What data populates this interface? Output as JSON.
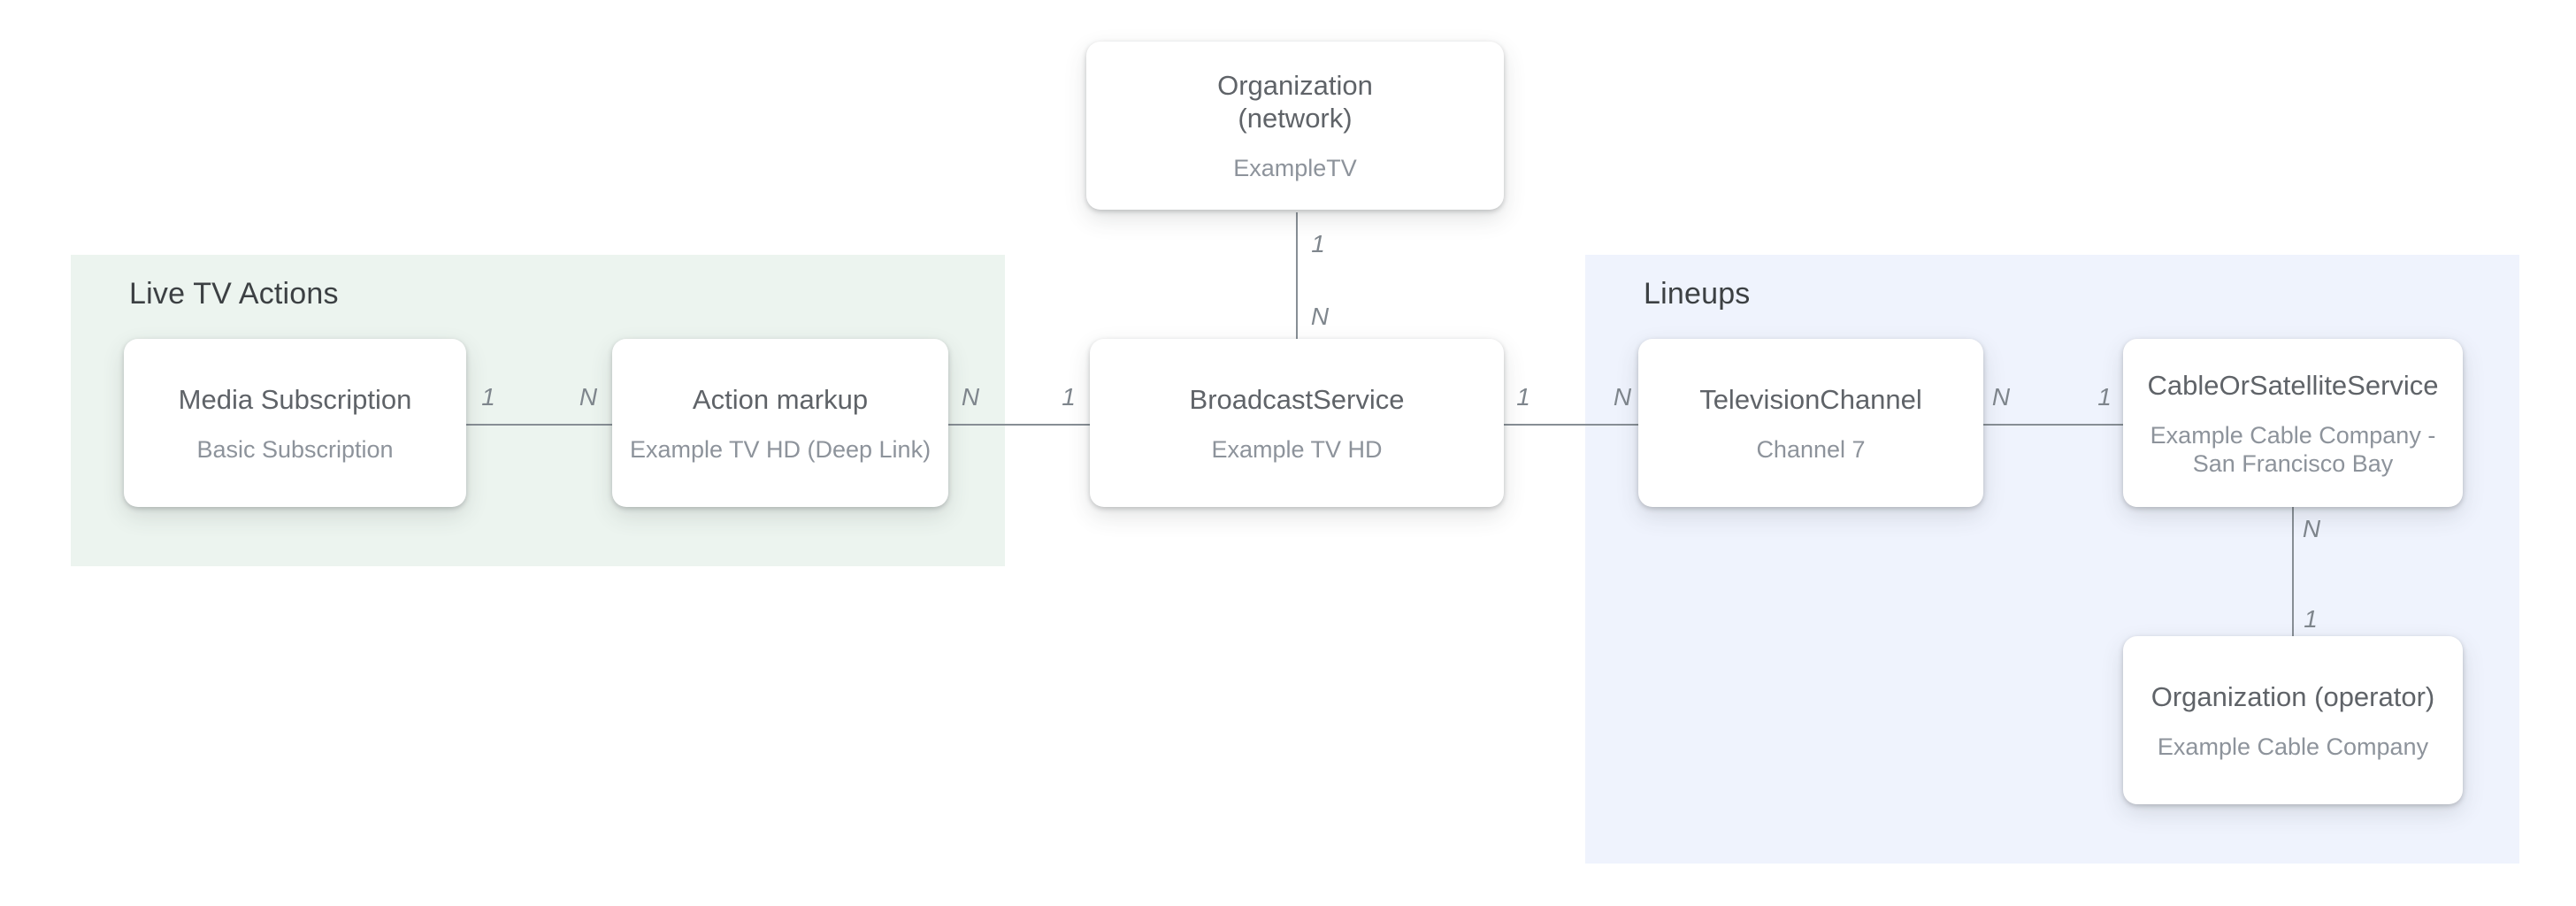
{
  "diagram": {
    "background": "#ffffff"
  },
  "colors": {
    "live_tv_group_bg": "#ecf4ef",
    "lineups_group_bg": "#eff3fd",
    "node_bg": "#ffffff",
    "node_title_text": "#5f6368",
    "node_subtitle_text": "#8d939b",
    "group_title_text": "#3c4043",
    "connector_line": "#878e95",
    "cardinality_text": "#7f868d"
  },
  "groups": {
    "live_tv_actions": {
      "title": "Live TV Actions"
    },
    "lineups": {
      "title": "Lineups"
    }
  },
  "nodes": {
    "org_network": {
      "title": "Organization",
      "title2": "(network)",
      "subtitle": "ExampleTV"
    },
    "media_subscription": {
      "title": "Media Subscription",
      "subtitle": "Basic Subscription"
    },
    "action_markup": {
      "title": "Action markup",
      "subtitle": "Example TV HD (Deep Link)"
    },
    "broadcast_service": {
      "title": "BroadcastService",
      "subtitle": "Example TV HD"
    },
    "television_channel": {
      "title": "TelevisionChannel",
      "subtitle": "Channel 7"
    },
    "cable_or_satellite_service": {
      "title": "CableOrSatelliteService",
      "subtitle": "Example Cable Company -",
      "subtitle2": "San Francisco Bay"
    },
    "org_operator": {
      "title": "Organization (operator)",
      "subtitle": "Example Cable Company"
    }
  },
  "connectors": {
    "network_to_broadcast": {
      "from": "Organization (network)",
      "to": "BroadcastService",
      "start_label": "1",
      "end_label": "N"
    },
    "media_to_action": {
      "from": "Media Subscription",
      "to": "Action markup",
      "start_label": "1",
      "end_label": "N"
    },
    "action_to_broadcast": {
      "from": "Action markup",
      "to": "BroadcastService",
      "start_label": "N",
      "end_label": "1"
    },
    "broadcast_to_channel": {
      "from": "BroadcastService",
      "to": "TelevisionChannel",
      "start_label": "1",
      "end_label": "N"
    },
    "channel_to_cable": {
      "from": "TelevisionChannel",
      "to": "CableOrSatelliteService",
      "start_label": "N",
      "end_label": "1"
    },
    "cable_to_operator": {
      "from": "CableOrSatelliteService",
      "to": "Organization (operator)",
      "start_label": "N",
      "end_label": "1"
    }
  }
}
